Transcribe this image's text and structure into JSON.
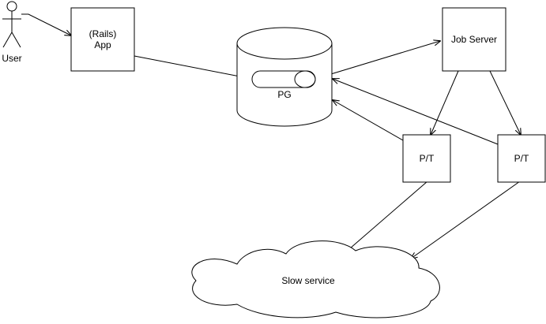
{
  "diagram": {
    "nodes": {
      "user": {
        "label": "User",
        "icon": "stick-figure-icon"
      },
      "app": {
        "label_line1": "(Rails)",
        "label_line2": "App"
      },
      "pg": {
        "label": "PG",
        "icon": "database-cylinder-icon"
      },
      "job_server": {
        "label": "Job Server"
      },
      "pt_left": {
        "label": "P/T"
      },
      "pt_right": {
        "label": "P/T"
      },
      "slow_service": {
        "label": "Slow service",
        "icon": "cloud-icon"
      }
    },
    "edges": [
      {
        "from": "user",
        "to": "app"
      },
      {
        "from": "app",
        "to": "pg"
      },
      {
        "from": "pg",
        "to": "job_server"
      },
      {
        "from": "job_server",
        "to": "pt_left"
      },
      {
        "from": "job_server",
        "to": "pt_right"
      },
      {
        "from": "pt_left",
        "to": "pg"
      },
      {
        "from": "pt_right",
        "to": "pg"
      },
      {
        "from": "pt_left",
        "to": "slow_service"
      },
      {
        "from": "pt_right",
        "to": "slow_service"
      }
    ]
  }
}
